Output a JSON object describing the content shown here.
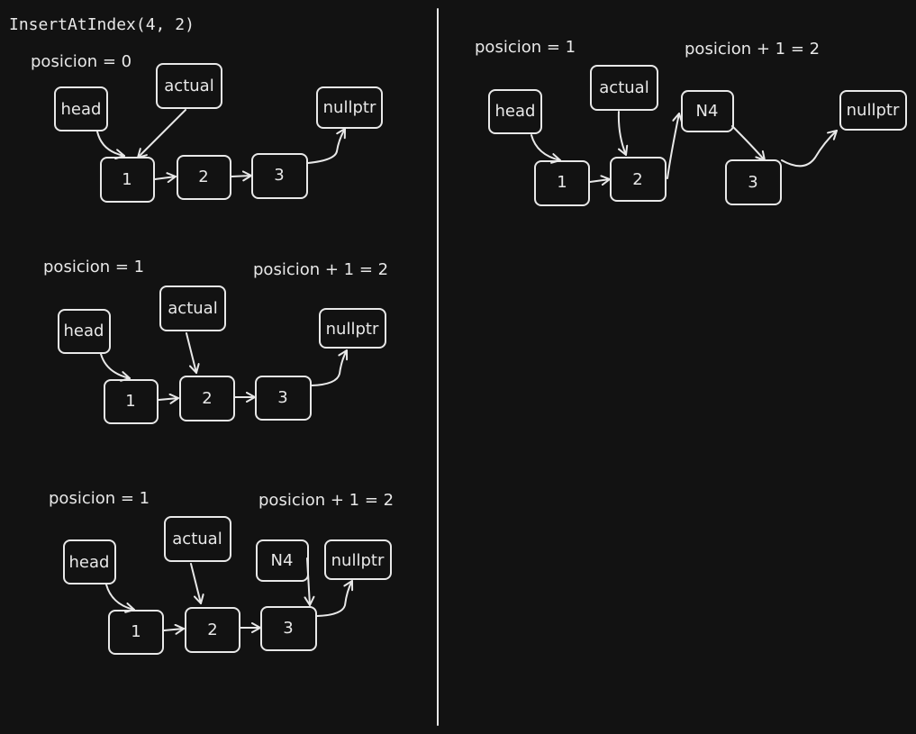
{
  "title": "InsertAtIndex(4, 2)",
  "labels": {
    "pos0": "posicion = 0",
    "pos1": "posicion = 1",
    "pos_next": "posicion + 1 = 2"
  },
  "nodes": {
    "head": "head",
    "actual": "actual",
    "nullptr": "nullptr",
    "n1": "1",
    "n2": "2",
    "n3": "3",
    "n4": "N4"
  },
  "colors": {
    "background": "#121212",
    "stroke": "#e8e8e8"
  }
}
